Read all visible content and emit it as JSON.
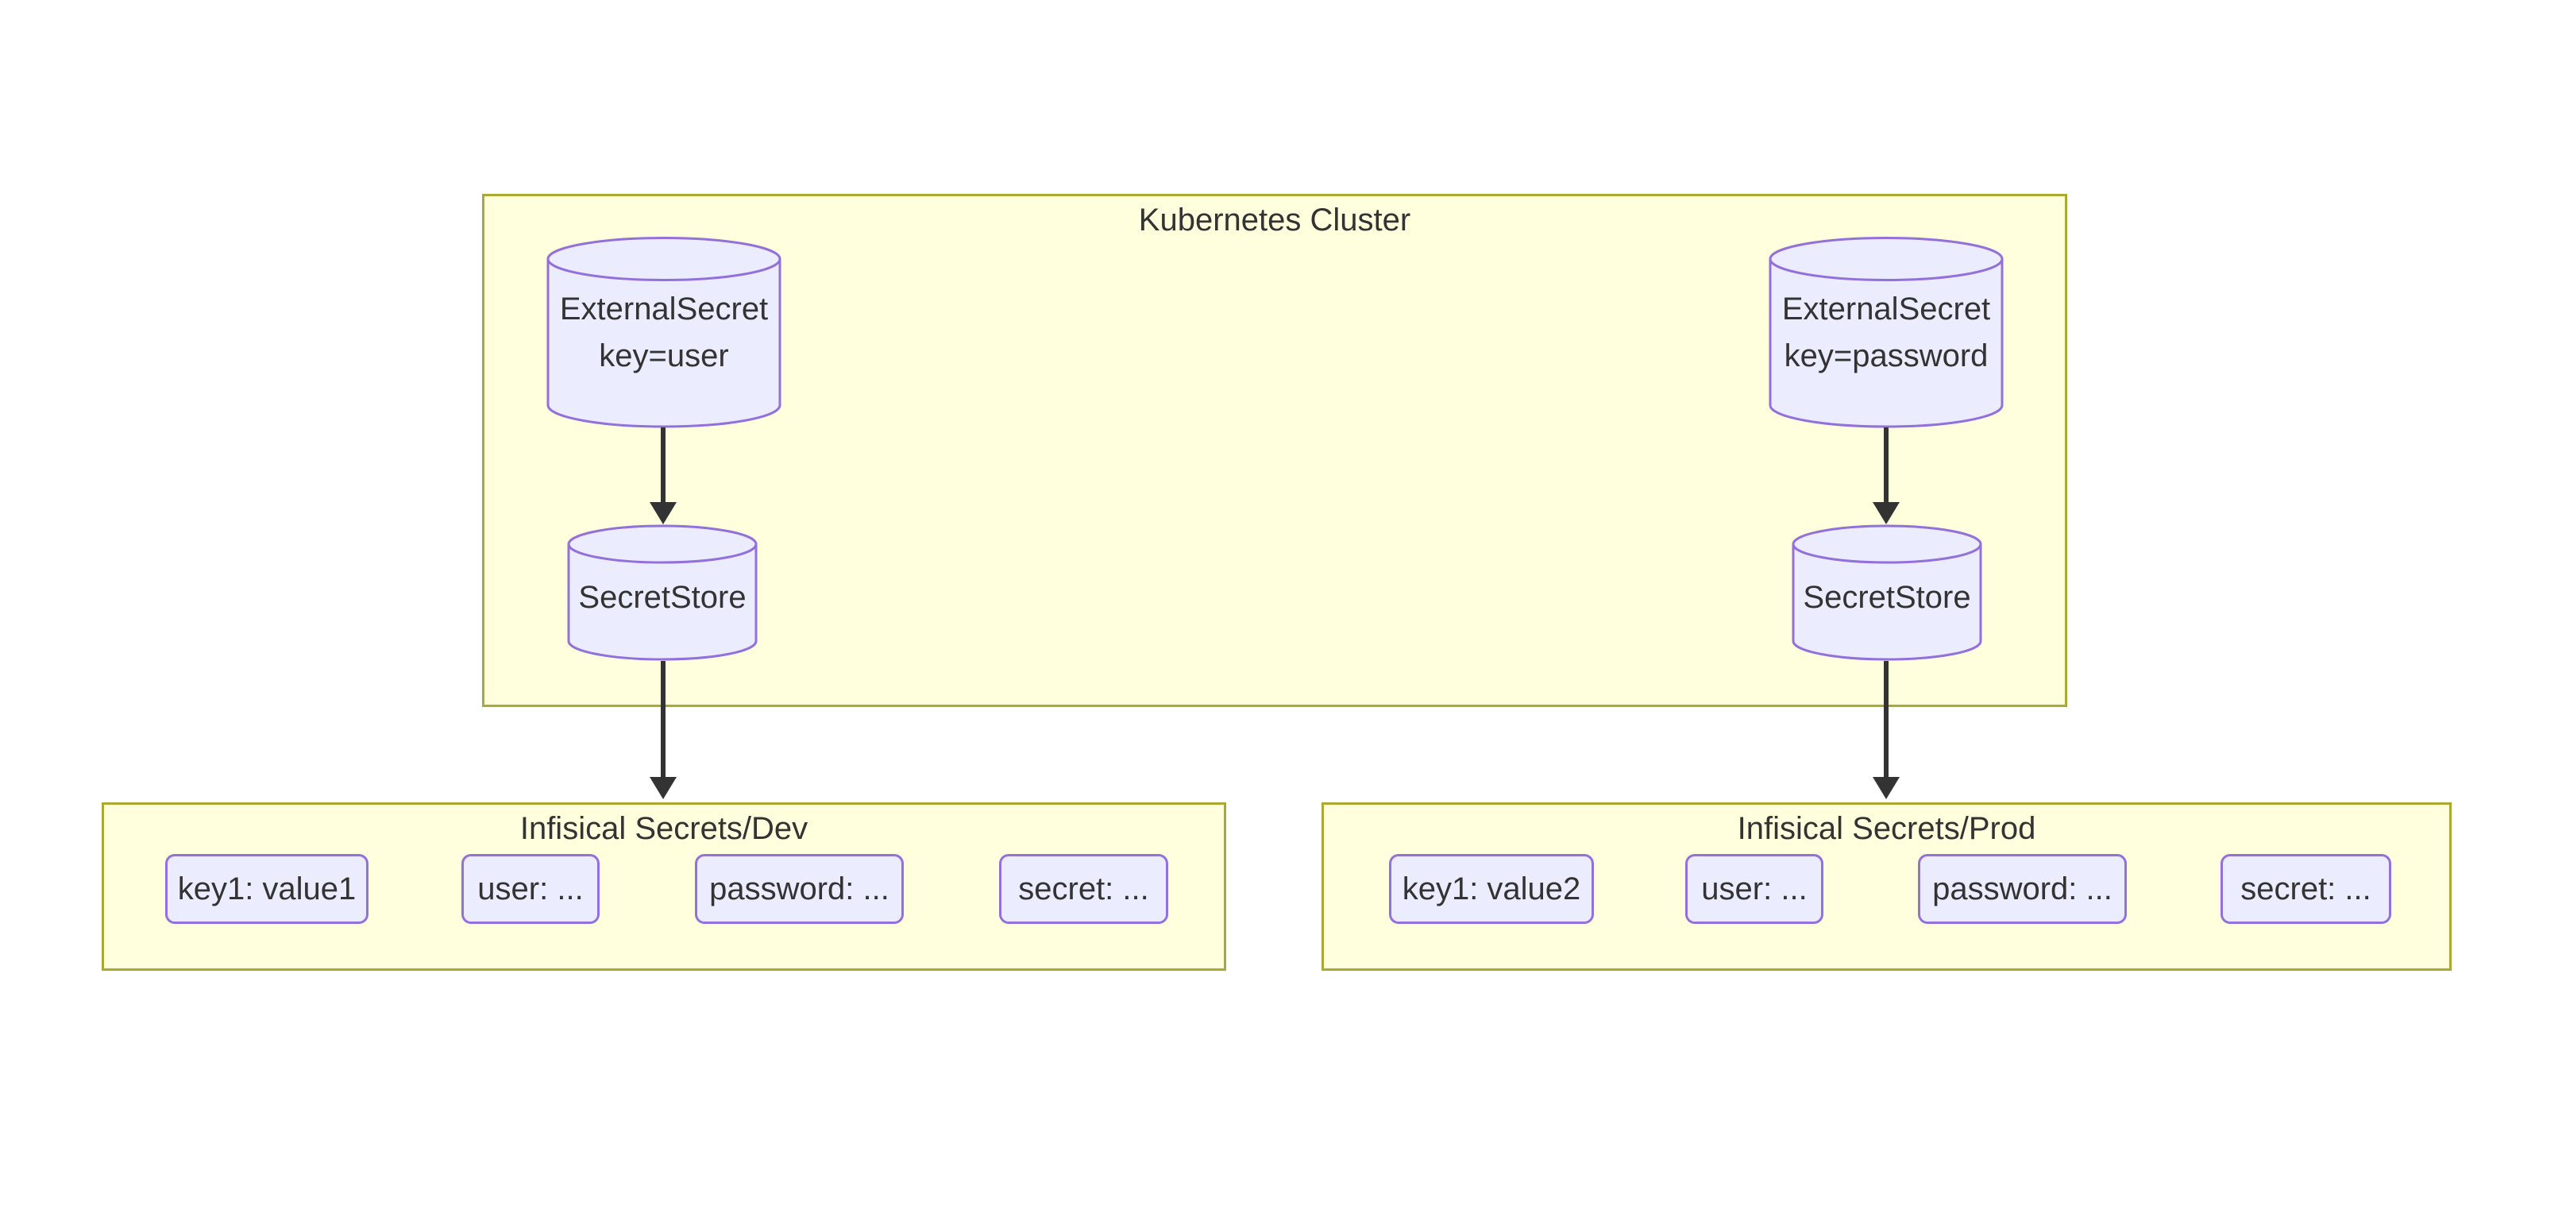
{
  "diagram_type": "flowchart",
  "cluster": {
    "title": "Kubernetes Cluster",
    "nodes": {
      "es_user": {
        "line1": "ExternalSecret",
        "line2": "key=user",
        "shape": "cylinder"
      },
      "es_password": {
        "line1": "ExternalSecret",
        "line2": "key=password",
        "shape": "cylinder"
      },
      "ss_dev": {
        "label": "SecretStore",
        "shape": "cylinder"
      },
      "ss_prod": {
        "label": "SecretStore",
        "shape": "cylinder"
      }
    }
  },
  "dev_group": {
    "title": "Infisical Secrets/Dev",
    "items": [
      "key1: value1",
      "user: ...",
      "password: ...",
      "secret: ..."
    ]
  },
  "prod_group": {
    "title": "Infisical Secrets/Prod",
    "items": [
      "key1: value2",
      "user: ...",
      "password: ...",
      "secret: ..."
    ]
  },
  "edges": [
    {
      "from": "ExternalSecret key=user",
      "to": "SecretStore (dev)",
      "style": "arrow"
    },
    {
      "from": "SecretStore (dev)",
      "to": "Infisical Secrets/Dev",
      "style": "arrow"
    },
    {
      "from": "ExternalSecret key=password",
      "to": "SecretStore (prod)",
      "style": "arrow"
    },
    {
      "from": "SecretStore (prod)",
      "to": "Infisical Secrets/Prod",
      "style": "arrow"
    }
  ],
  "colors": {
    "group_fill": "#ffffde",
    "group_stroke": "#aaaa33",
    "node_fill": "#ECECFF",
    "node_stroke": "#9370DB",
    "edge": "#333333",
    "text": "#333333",
    "background": "#ffffff"
  }
}
